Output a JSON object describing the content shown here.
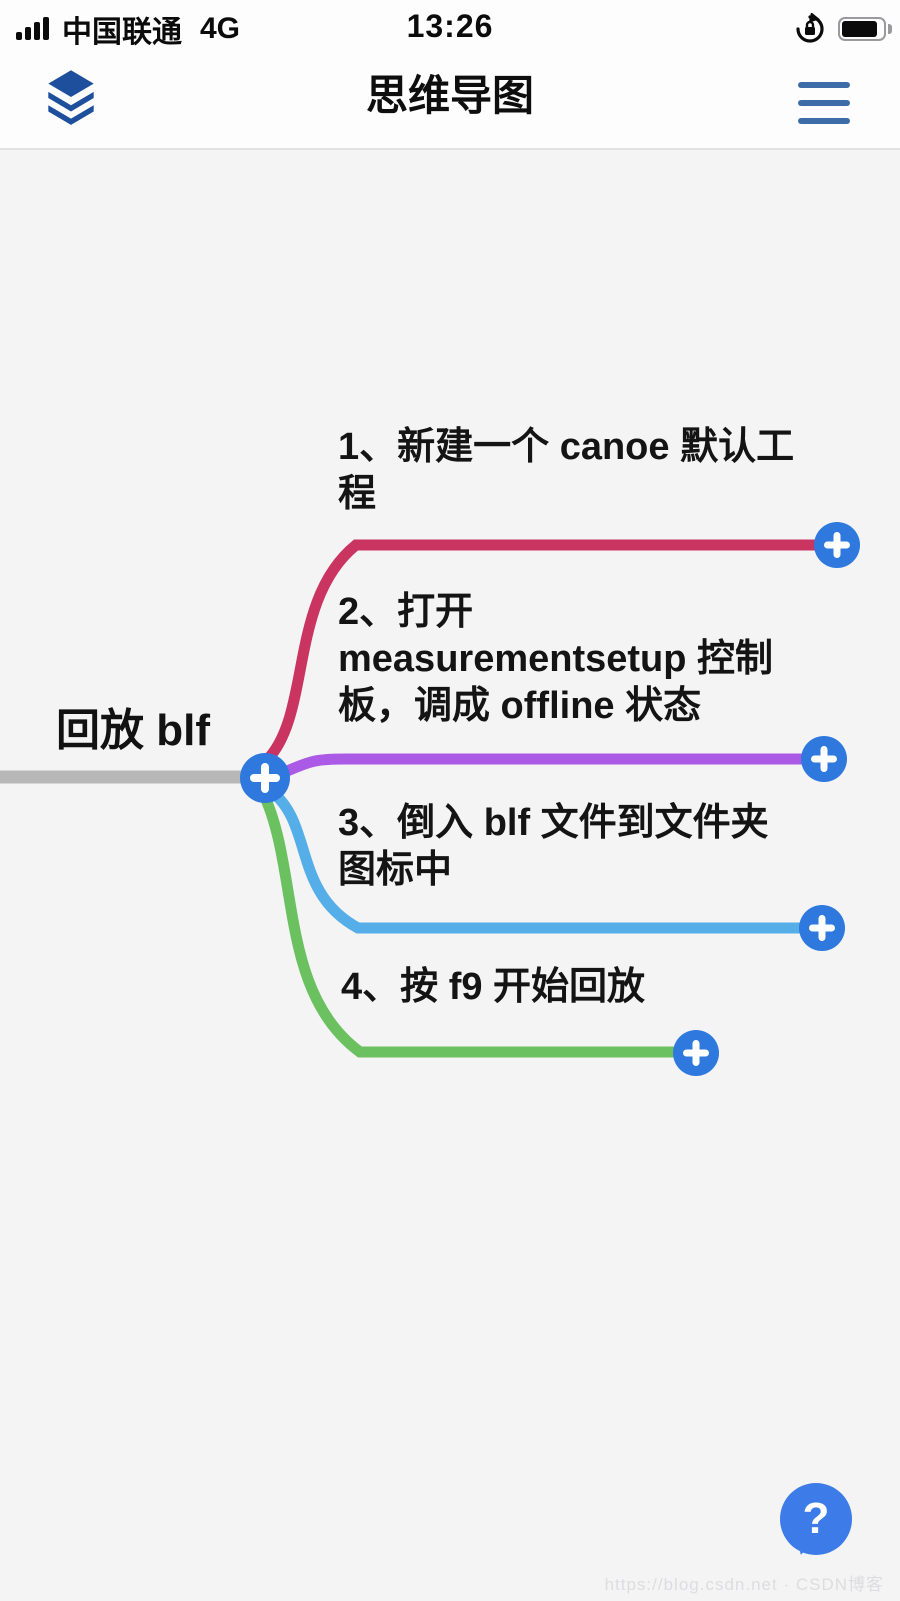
{
  "status_bar": {
    "carrier": "中国联通",
    "network": "4G",
    "time": "13:26",
    "battery_percent_visual": 72,
    "icons": [
      "signal-bars-icon",
      "rotation-lock-icon",
      "battery-icon"
    ]
  },
  "nav_bar": {
    "title": "思维导图",
    "left_icon": "layers-icon",
    "right_icon": "hamburger-menu-icon",
    "icon_color": "#3E6CA9",
    "layers_color": "#1D4F9C"
  },
  "mindmap": {
    "root": {
      "label": "回放 blf"
    },
    "root_line_color": "#B7B7B8",
    "add_button_color": "#2E78DE",
    "branches": [
      {
        "label": "1、新建一个 canoe 默认工\n程",
        "color": "#C93560"
      },
      {
        "label": "2、打开\nmeasurementsetup 控制\n板，调成 offline 状态",
        "color": "#AB5AE6"
      },
      {
        "label": "3、倒入 blf 文件到文件夹\n图标中",
        "color": "#55AEE8"
      },
      {
        "label": "4、按 f9 开始回放",
        "color": "#6BC160"
      }
    ]
  },
  "help": {
    "label": "?",
    "color": "#3C7BE8"
  },
  "watermark": "https://blog.csdn.net · CSDN博客"
}
